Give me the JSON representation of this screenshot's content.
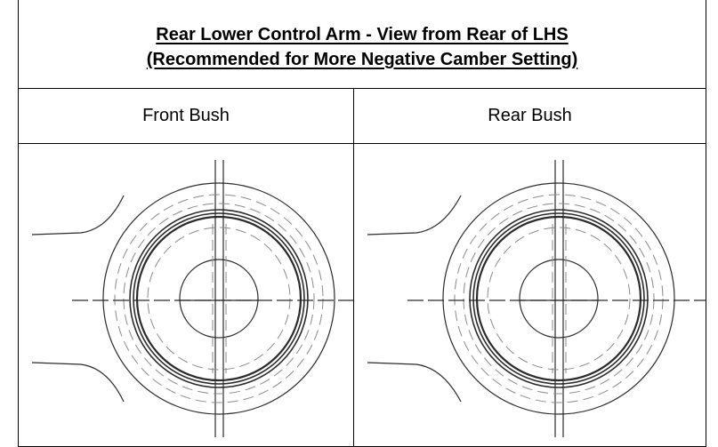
{
  "title": {
    "line1": "Rear Lower Control Arm - View from Rear of LHS",
    "line2": "(Recommended for More Negative Camber Setting)"
  },
  "columns": [
    {
      "label": "Front Bush",
      "drawing_icon": "bush-drawing-icon"
    },
    {
      "label": "Rear Bush",
      "drawing_icon": "bush-drawing-icon"
    }
  ],
  "colors": {
    "line": "#2b2b2b",
    "dashed": "#8a8a8a",
    "border": "#000000"
  }
}
